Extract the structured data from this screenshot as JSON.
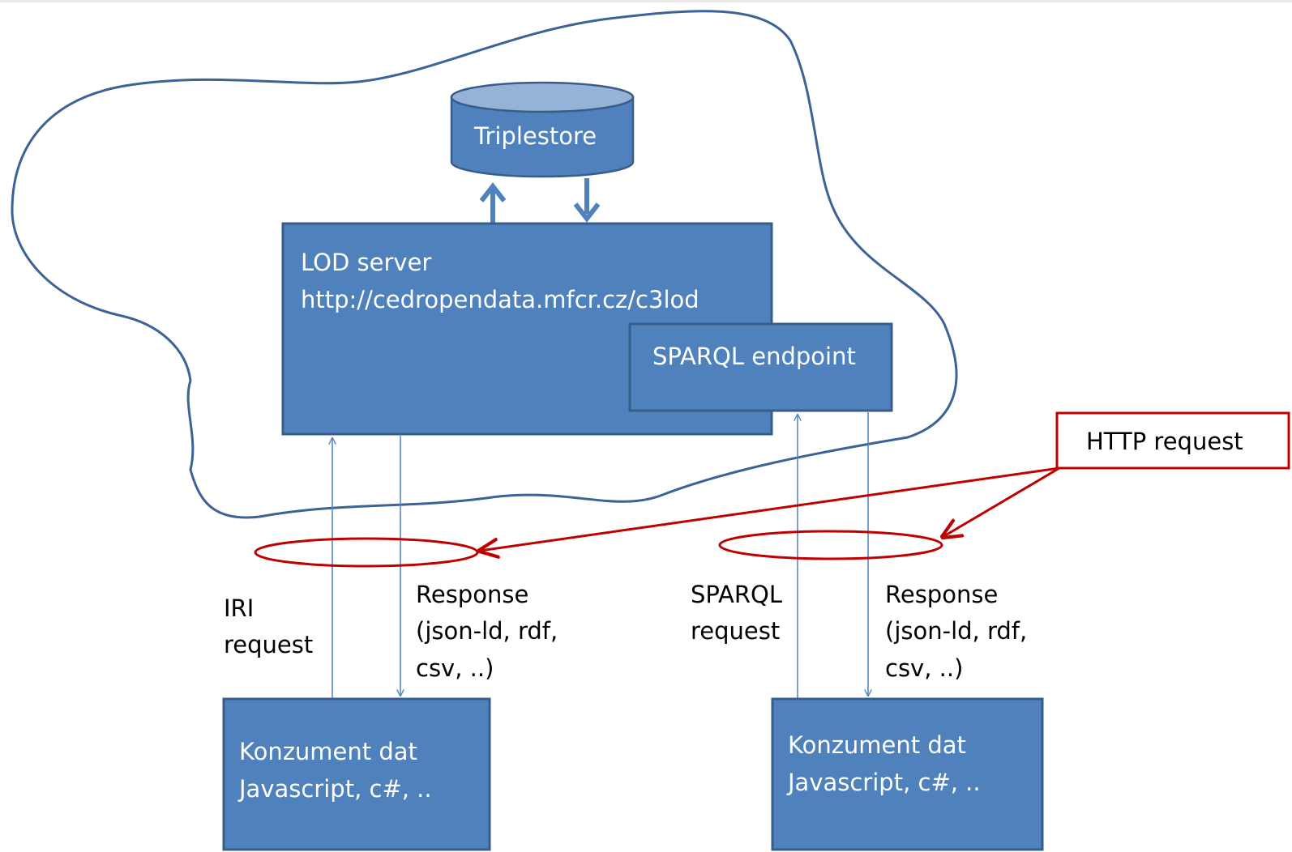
{
  "colors": {
    "box_fill": "#4f81bd",
    "box_stroke": "#385d8a",
    "cylinder_top": "#95b3d7",
    "cloud_stroke": "#3b6396",
    "arrow": "#4f81bd",
    "callout": "#c00000",
    "callout_fill": "#ffffff"
  },
  "triplestore": {
    "label": "Triplestore"
  },
  "lod_server": {
    "title": "LOD server",
    "url": "http://cedropendata.mfcr.cz/c3lod"
  },
  "sparql_endpoint": {
    "label": "SPARQL endpoint"
  },
  "callout": {
    "label": "HTTP request"
  },
  "left_flow": {
    "request_line1": "IRI",
    "request_line2": "request",
    "response_line1": "Response",
    "response_line2": "(json-ld, rdf,",
    "response_line3": "csv, ..)"
  },
  "right_flow": {
    "request_line1": "SPARQL",
    "request_line2": "request",
    "response_line1": "Response",
    "response_line2": "(json-ld, rdf,",
    "response_line3": "csv, ..)"
  },
  "consumer_left": {
    "line1": "Konzument dat",
    "line2": "Javascript, c#, .."
  },
  "consumer_right": {
    "line1": "Konzument dat",
    "line2": "Javascript, c#, .."
  }
}
